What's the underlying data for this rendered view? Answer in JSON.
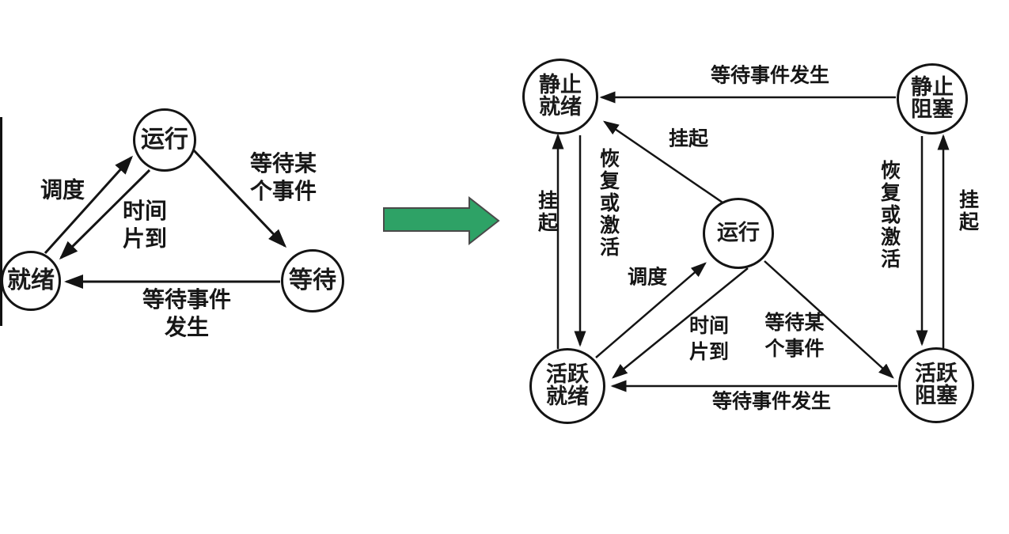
{
  "colors": {
    "background": "#ffffff",
    "ink": "#161616",
    "transform_arrow_green": "#2ea266"
  },
  "left_diagram": {
    "nodes": {
      "running": "运行",
      "ready": "就绪",
      "waiting": "等待"
    },
    "edge_labels": {
      "schedule": "调度",
      "timeslice": [
        "时间",
        "片到"
      ],
      "wait_some_event": [
        "等待某",
        "个事件"
      ],
      "wait_event_occurs": [
        "等待事件",
        "发生"
      ]
    }
  },
  "right_diagram": {
    "nodes": {
      "static_ready": [
        "静止",
        "就绪"
      ],
      "static_blocked": [
        "静止",
        "阻塞"
      ],
      "running": "运行",
      "active_ready": [
        "活跃",
        "就绪"
      ],
      "active_blocked": [
        "活跃",
        "阻塞"
      ]
    },
    "edge_labels": {
      "wait_event_occurs_top": "等待事件发生",
      "suspend_from_running": "挂起",
      "suspend_left_pair": "挂起",
      "resume_or_activate_left": "恢复或激活",
      "resume_or_activate_right": "恢复或激活",
      "suspend_right_pair": "挂起",
      "schedule": "调度",
      "timeslice": [
        "时间",
        "片到"
      ],
      "wait_some_event": [
        "等待某",
        "个事件"
      ],
      "wait_event_occurs_bottom": "等待事件发生"
    }
  }
}
